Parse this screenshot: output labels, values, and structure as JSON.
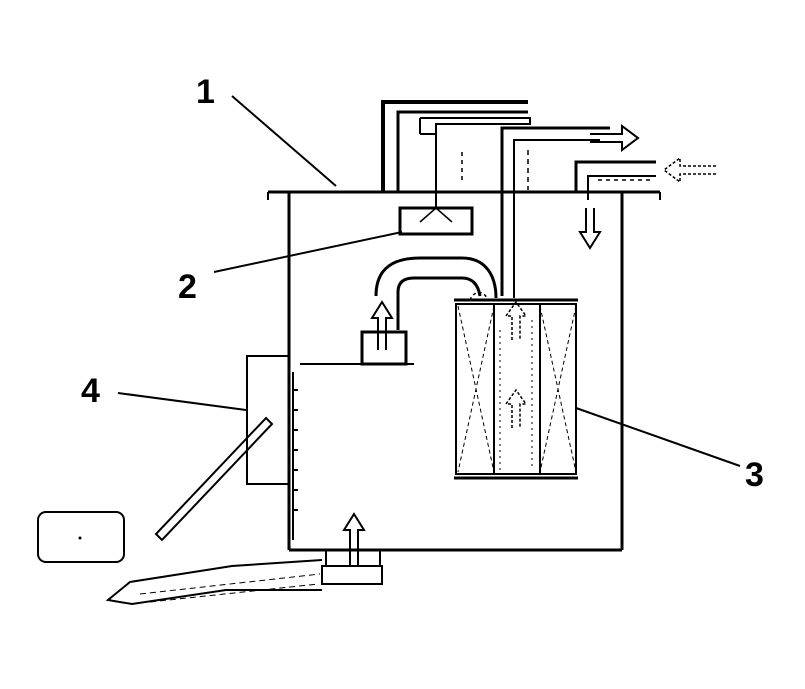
{
  "callouts": [
    {
      "id": "1",
      "label": "1"
    },
    {
      "id": "2",
      "label": "2"
    },
    {
      "id": "3",
      "label": "3"
    },
    {
      "id": "4",
      "label": "4"
    }
  ],
  "colors": {
    "ink": "#000000",
    "background": "#ffffff"
  },
  "icons": [
    "flow-arrow-icon"
  ]
}
